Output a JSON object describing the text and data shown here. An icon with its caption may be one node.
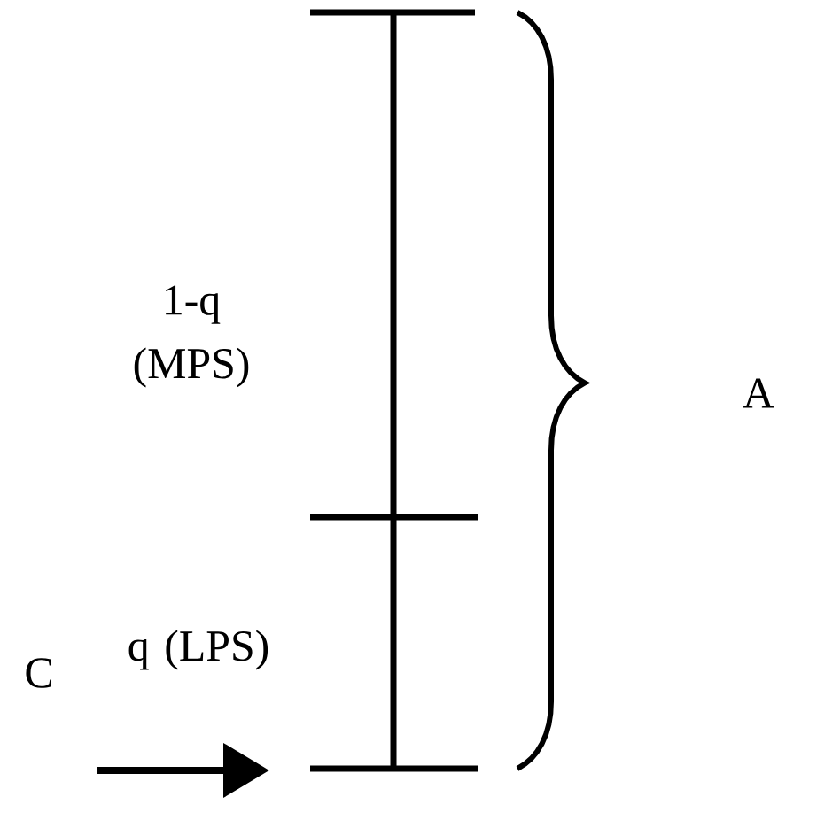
{
  "diagram": {
    "labels": [
      "1-q (MPS)",
      "q (LPS)",
      "A",
      "C"
    ]
  }
}
